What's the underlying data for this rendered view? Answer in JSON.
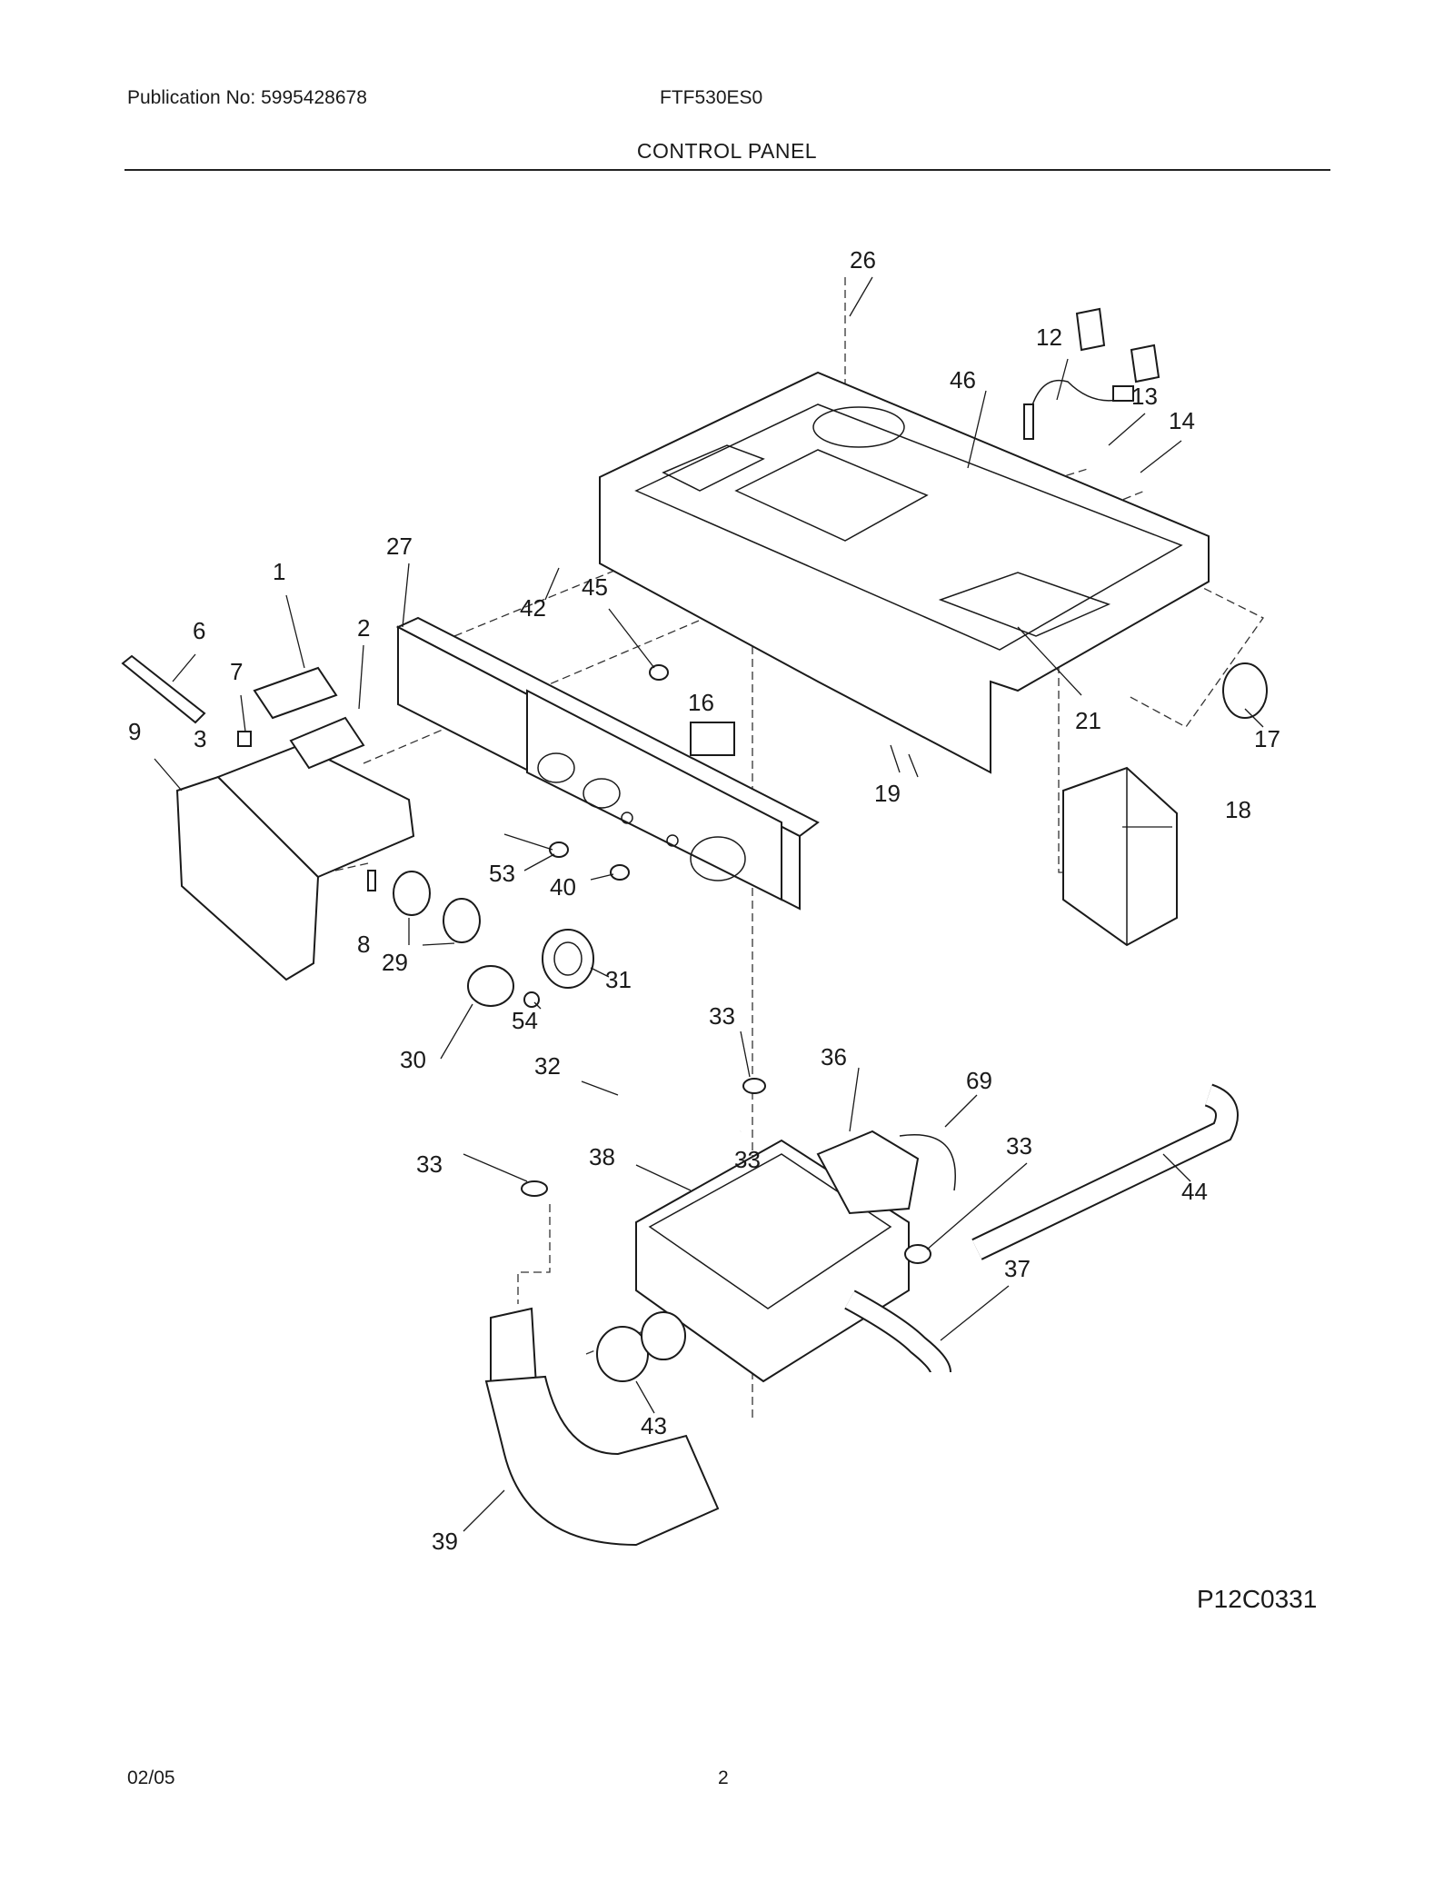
{
  "header": {
    "publication": "Publication No: 5995428678",
    "model": "FTF530ES0",
    "section": "CONTROL PANEL"
  },
  "diagram": {
    "callouts": [
      "1",
      "2",
      "3",
      "6",
      "7",
      "8",
      "9",
      "12",
      "13",
      "14",
      "16",
      "17",
      "18",
      "19",
      "21",
      "26",
      "27",
      "29",
      "30",
      "31",
      "32",
      "33",
      "33",
      "33",
      "33",
      "36",
      "37",
      "38",
      "39",
      "40",
      "42",
      "43",
      "44",
      "45",
      "46",
      "53",
      "54",
      "69"
    ],
    "figure_code": "P12C0331"
  },
  "footer": {
    "date": "02/05",
    "page": "2"
  }
}
